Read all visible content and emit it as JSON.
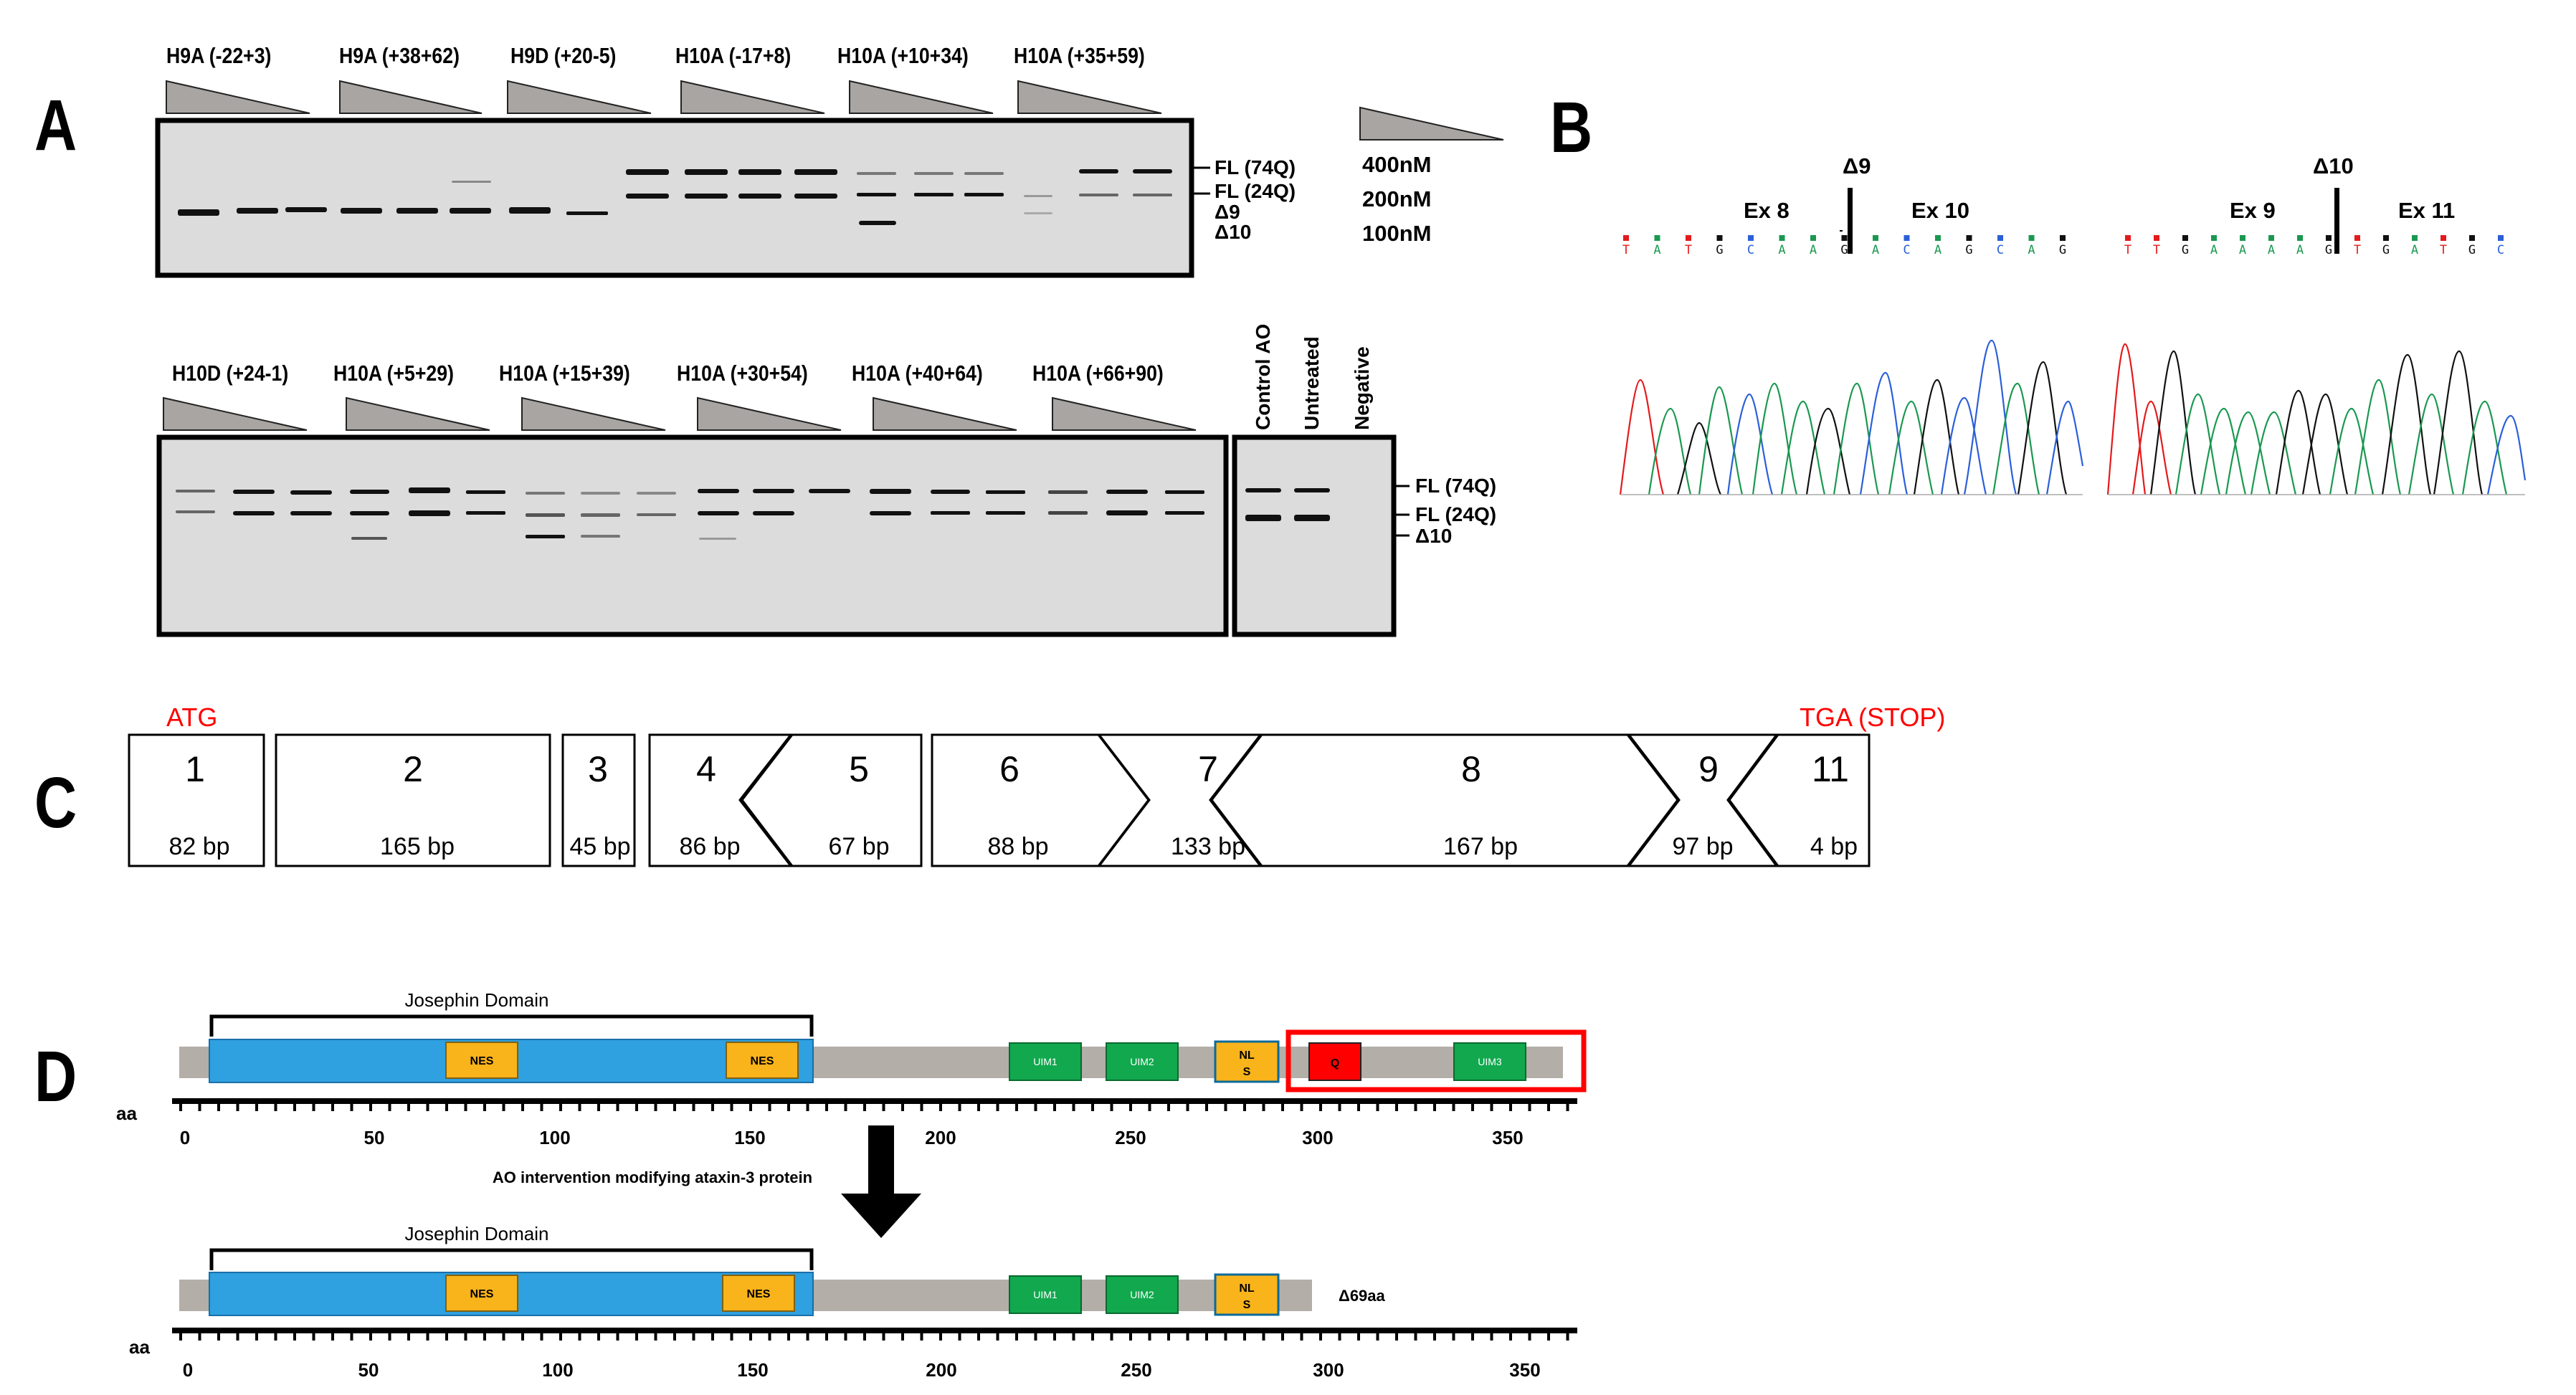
{
  "panels": {
    "a": "A",
    "b": "B",
    "c": "C",
    "d": "D"
  },
  "panel_a": {
    "top_lanes": [
      "H9A (-22+3)",
      "H9A (+38+62)",
      "H9D (+20-5)",
      "H10A (-17+8)",
      "H10A (+10+34)",
      "H10A (+35+59)"
    ],
    "top_band_labels": [
      "FL (74Q)",
      "FL (24Q)",
      "Δ9",
      "Δ10"
    ],
    "concentrations": [
      "400nM",
      "200nM",
      "100nM"
    ],
    "bottom_lanes": [
      "H10D (+24-1)",
      "H10A (+5+29)",
      "H10A (+15+39)",
      "H10A (+30+54)",
      "H10A (+40+64)",
      "H10A (+66+90)"
    ],
    "control_lanes": [
      "Control AO",
      "Untreated",
      "Negative"
    ],
    "bottom_band_labels": [
      "FL (74Q)",
      "FL (24Q)",
      "Δ10"
    ]
  },
  "panel_b": {
    "left": {
      "junction": "Δ9",
      "exon_left": "Ex 8",
      "exon_right": "Ex 10",
      "sequence": [
        "T",
        "A",
        "T",
        "G",
        "C",
        "A",
        "A",
        "G",
        "A",
        "C",
        "A",
        "G",
        "C",
        "A",
        "G"
      ]
    },
    "right": {
      "junction": "Δ10",
      "exon_left": "Ex 9",
      "exon_right": "Ex 11",
      "sequence": [
        "T",
        "T",
        "G",
        "A",
        "A",
        "A",
        "A",
        "G",
        "T",
        "G",
        "A",
        "T",
        "G",
        "C"
      ]
    },
    "base_colors": {
      "A": "#1a9850",
      "T": "#e41a1c",
      "G": "#111111",
      "C": "#2b5fd9"
    }
  },
  "panel_c": {
    "start_codon": "ATG",
    "stop_codon": "TGA (STOP)",
    "exons": [
      {
        "number": "1",
        "size": "82 bp"
      },
      {
        "number": "2",
        "size": "165 bp"
      },
      {
        "number": "3",
        "size": "45 bp"
      },
      {
        "number": "4",
        "size": "86 bp"
      },
      {
        "number": "5",
        "size": "67 bp"
      },
      {
        "number": "6",
        "size": "88 bp"
      },
      {
        "number": "7",
        "size": "133 bp"
      },
      {
        "number": "8",
        "size": "167 bp"
      },
      {
        "number": "9",
        "size": "97 bp"
      },
      {
        "number": "11",
        "size": "4 bp"
      }
    ]
  },
  "panel_d": {
    "domain_label": "Josephin Domain",
    "boxes": {
      "nes": "NES",
      "uim1": "UIM1",
      "uim2": "UIM2",
      "nls_top": "NL",
      "nls_bottom": "S",
      "q": "Q",
      "uim3": "UIM3"
    },
    "axis_unit": "aa",
    "axis_ticks": [
      "0",
      "50",
      "100",
      "150",
      "200",
      "250",
      "300",
      "350"
    ],
    "intervention_caption": "AO intervention modifying ataxin-3 protein",
    "deletion_label": "Δ69aa",
    "colors": {
      "backbone": "#b3aea7",
      "josephin": "#2fa0e0",
      "nes": "#f9b31b",
      "uim": "#11a84e",
      "q": "#ff0000",
      "highlight": "#ff0000"
    }
  }
}
